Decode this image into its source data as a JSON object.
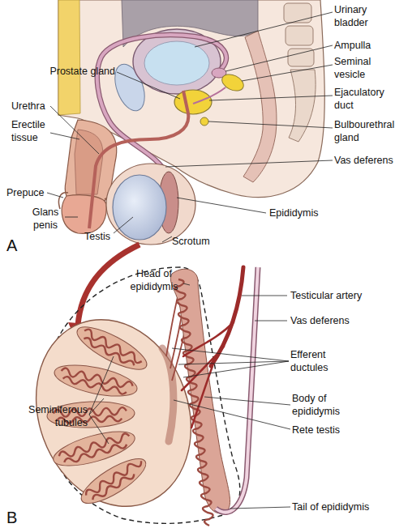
{
  "diagram": {
    "labels": [
      "Urinary bladder",
      "Ampulla",
      "Seminal vesicle",
      "Ejaculatory duct",
      "Bulbourethral gland",
      "Vas deferens",
      "Prostate gland",
      "Urethra",
      "Erectile tissue",
      "Prepuce",
      "Glans penis",
      "Testis",
      "Scrotum",
      "Epididymis",
      "A",
      "Head of epididymis",
      "Testicular artery",
      "Vas deferens",
      "Efferent ductules",
      "Seminiferous tubules",
      "Body of epididymis",
      "Rete testis",
      "Tail of epididymis",
      "B"
    ]
  }
}
